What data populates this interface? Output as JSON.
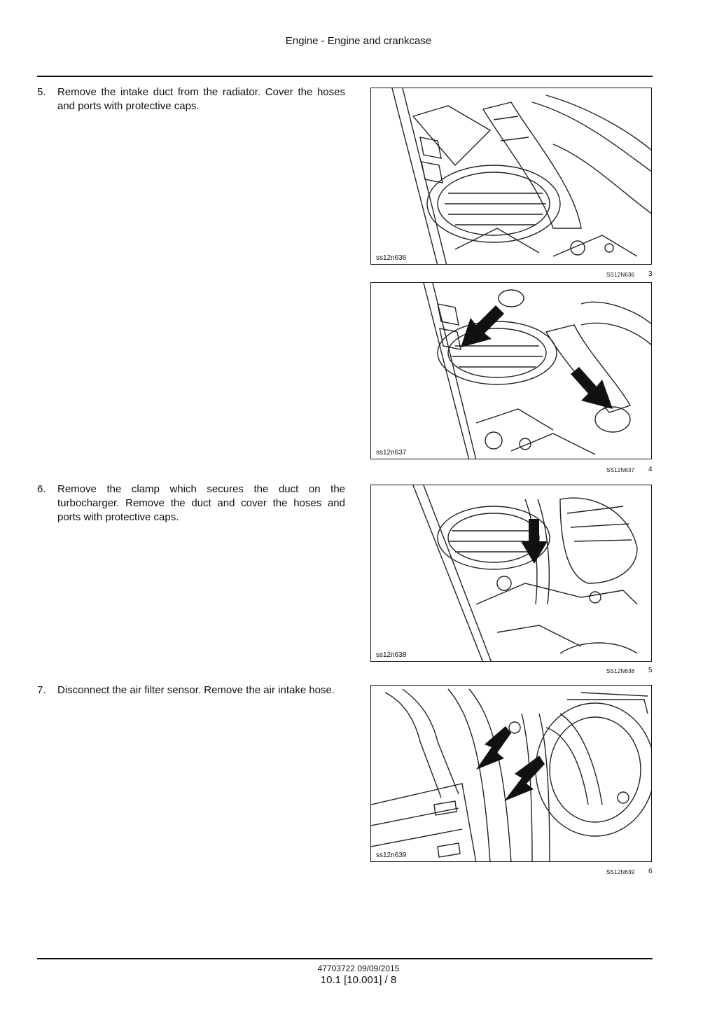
{
  "header": {
    "title": "Engine - Engine and crankcase"
  },
  "steps": [
    {
      "number": "5.",
      "text": "Remove the intake duct from the radiator.  Cover the hoses and ports with protective caps."
    },
    {
      "number": "6.",
      "text": "Remove the clamp which secures the duct on the turbocharger. Remove the duct and cover the hoses and ports with protective caps."
    },
    {
      "number": "7.",
      "text": "Disconnect the air filter sensor. Remove the air intake hose."
    }
  ],
  "figures": [
    {
      "image_label": "ss12n636",
      "ref": "SS12N636",
      "number": "3"
    },
    {
      "image_label": "ss12n637",
      "ref": "SS12N637",
      "number": "4"
    },
    {
      "image_label": "ss12n638",
      "ref": "SS12N638",
      "number": "5"
    },
    {
      "image_label": "ss12n639",
      "ref": "SS12N639",
      "number": "6"
    }
  ],
  "footer": {
    "doc_id": "47703722 09/09/2015",
    "page": "10.1 [10.001] / 8"
  }
}
